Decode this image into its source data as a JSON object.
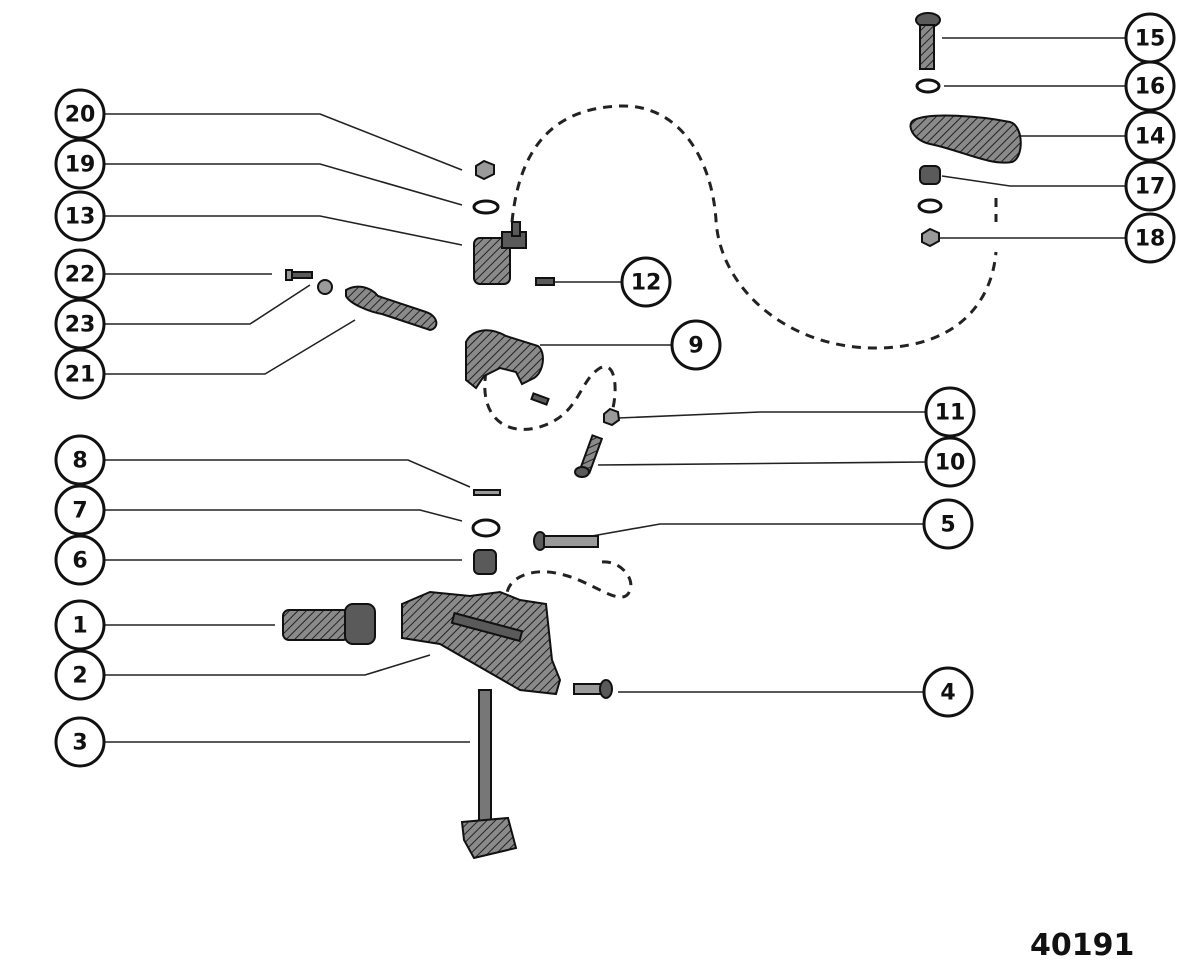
{
  "drawing_number": "40191",
  "callouts": [
    "1",
    "2",
    "3",
    "4",
    "5",
    "6",
    "7",
    "8",
    "9",
    "10",
    "11",
    "12",
    "13",
    "14",
    "15",
    "16",
    "17",
    "18",
    "19",
    "20",
    "21",
    "22",
    "23"
  ]
}
